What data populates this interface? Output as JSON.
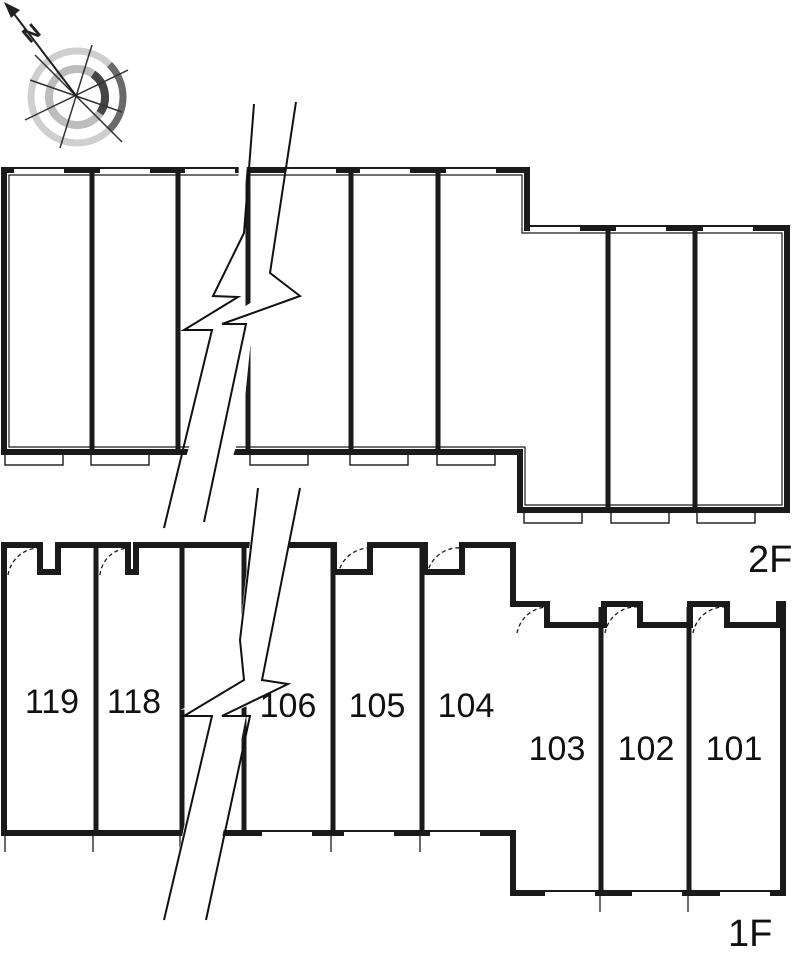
{
  "compass": {
    "north_label": "N",
    "icon": "compass-rose-icon"
  },
  "floors": [
    {
      "id": "2F",
      "label": "2F",
      "rooms": []
    },
    {
      "id": "1F",
      "label": "1F",
      "rooms": [
        "119",
        "118",
        "106",
        "105",
        "104",
        "103",
        "102",
        "101"
      ]
    }
  ],
  "colors": {
    "wall": "#1a1a1a",
    "background": "#ffffff",
    "compass_gray": "#9a9a9a",
    "compass_dark": "#555555"
  }
}
